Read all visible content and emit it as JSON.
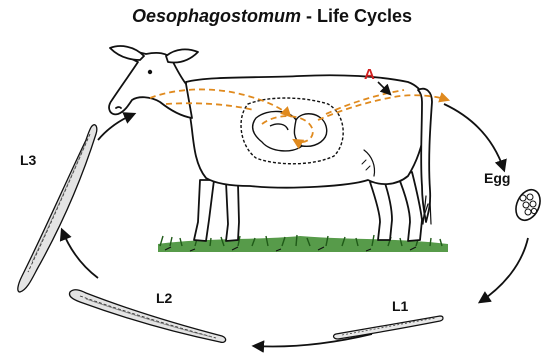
{
  "title": {
    "genus": "Oesophagostomum",
    "rest": " - Life Cycles"
  },
  "labels": {
    "a": "A",
    "egg": "Egg",
    "l1": "L1",
    "l2": "L2",
    "l3": "L3"
  },
  "colors": {
    "route": "#e08a1e",
    "marker": "#d12020",
    "ink": "#111111",
    "grass": "#3a8a2a"
  }
}
